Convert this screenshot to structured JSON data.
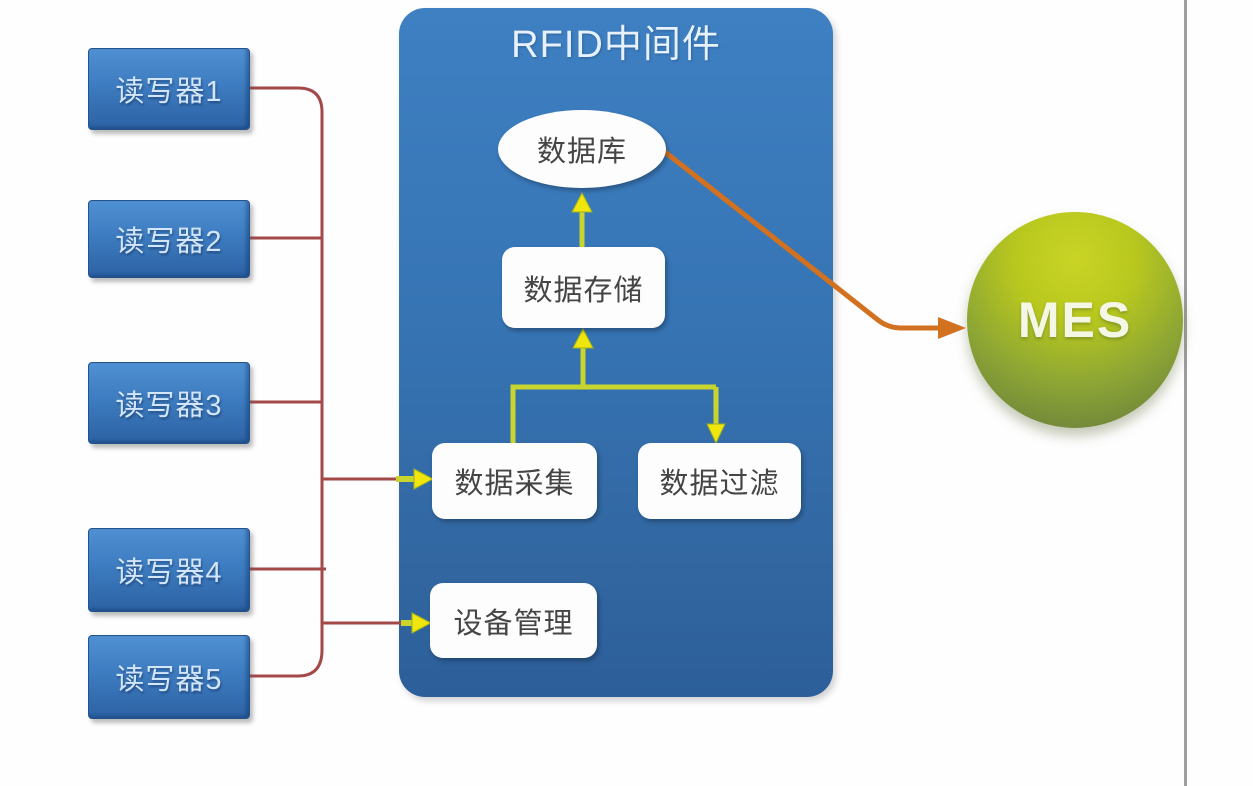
{
  "middleware": {
    "title": "RFID中间件",
    "nodes": {
      "database": "数据库",
      "storage": "数据存储",
      "collection": "数据采集",
      "filter": "数据过滤",
      "device": "设备管理"
    }
  },
  "readers": [
    {
      "label": "读写器1"
    },
    {
      "label": "读写器2"
    },
    {
      "label": "读写器3"
    },
    {
      "label": "读写器4"
    },
    {
      "label": "读写器5"
    }
  ],
  "mes": {
    "label": "MES"
  },
  "colors": {
    "panel_blue": "#3674b4",
    "reader_blue_top": "#4f90d2",
    "reader_blue_bottom": "#2c62a4",
    "connector_red": "#a4494a",
    "connector_yellow_green": "#c9d52f",
    "arrowhead_yellow": "#f0e50c",
    "connector_orange": "#d2711f",
    "mes_green_top": "#c9d426",
    "mes_green_bottom": "#6b8034",
    "node_text": "#454545",
    "panel_text": "#e6f1fc"
  }
}
